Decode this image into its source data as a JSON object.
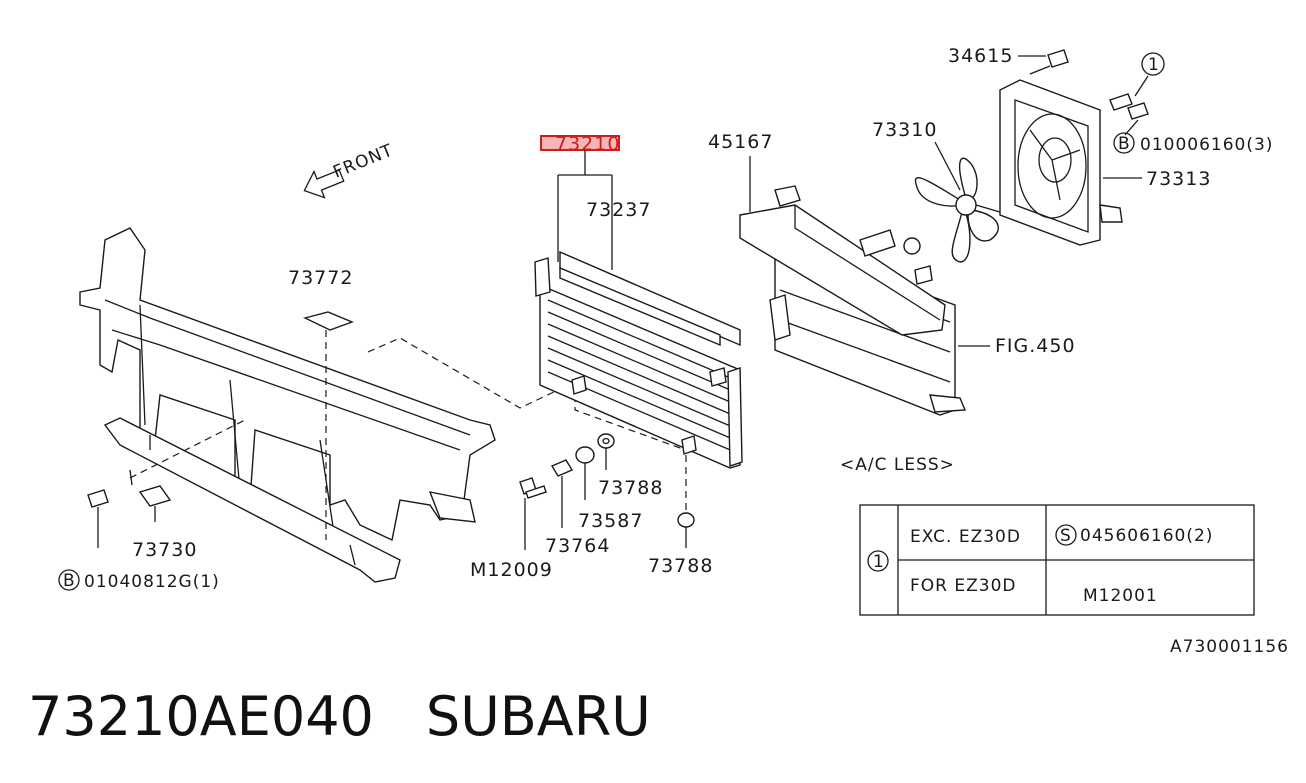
{
  "labels": {
    "front": "FRONT",
    "p73210": "73210",
    "p73237": "73237",
    "p73772": "73772",
    "p45167": "45167",
    "p73310": "73310",
    "p34615": "34615",
    "p73313": "73313",
    "ref1": "1",
    "b_mark": "B",
    "s_mark": "S",
    "bolt_b": "010006160(3)",
    "fig450": "FIG.450",
    "ac_less": "<A/C LESS>",
    "p73788a": "73788",
    "p73587": "73587",
    "p73764": "73764",
    "m12009": "M12009",
    "p73788b": "73788",
    "p73730": "73730",
    "bolt_b2": "01040812G(1)",
    "diagram_code": "A730001156"
  },
  "table": {
    "ref": "1",
    "rows": [
      {
        "condition": "EXC. EZ30D",
        "mark": "S",
        "part": "045606160(2)"
      },
      {
        "condition": "FOR EZ30D",
        "mark": "",
        "part": "M12001"
      }
    ]
  },
  "caption": {
    "part_number": "73210AE040",
    "brand": "SUBARU"
  },
  "colors": {
    "highlight_fill": "#f4b7b7",
    "highlight_stroke": "#d01c1c",
    "ink": "#1a1a1a"
  }
}
